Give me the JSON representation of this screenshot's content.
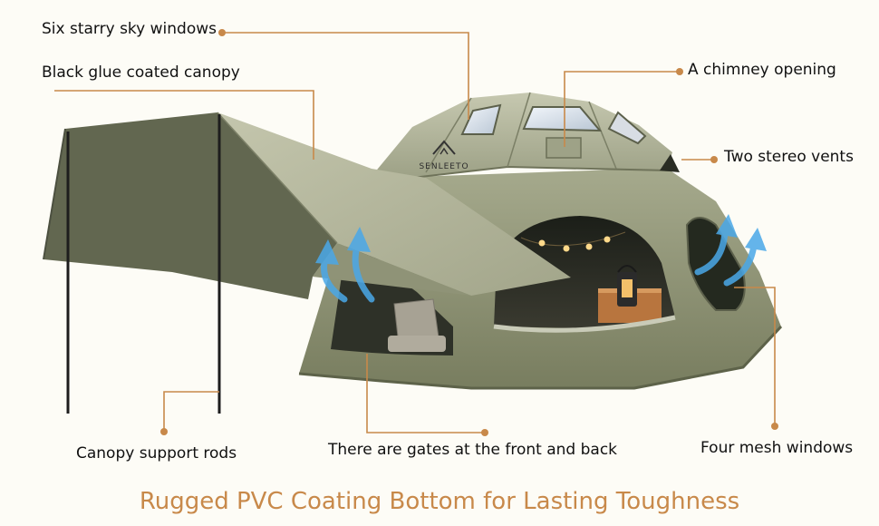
{
  "brand": "SENLEETO",
  "callouts": {
    "sky_windows": "Six starry sky windows",
    "canopy": "Black glue coated canopy",
    "chimney": "A chimney opening",
    "vents": "Two stereo vents",
    "rods": "Canopy support rods",
    "gates": "There are gates at the front and back",
    "mesh": "Four mesh windows"
  },
  "footer": "Rugged PVC Coating Bottom for Lasting Toughness",
  "colors": {
    "background": "#fdfcf6",
    "leader_line": "#c8894a",
    "footer_text": "#c8894a",
    "tent_green": "#8f9475",
    "canopy_light": "#b3b59a",
    "canopy_dark": "#5b6048",
    "vent_arrow": "#4aa8e8"
  }
}
